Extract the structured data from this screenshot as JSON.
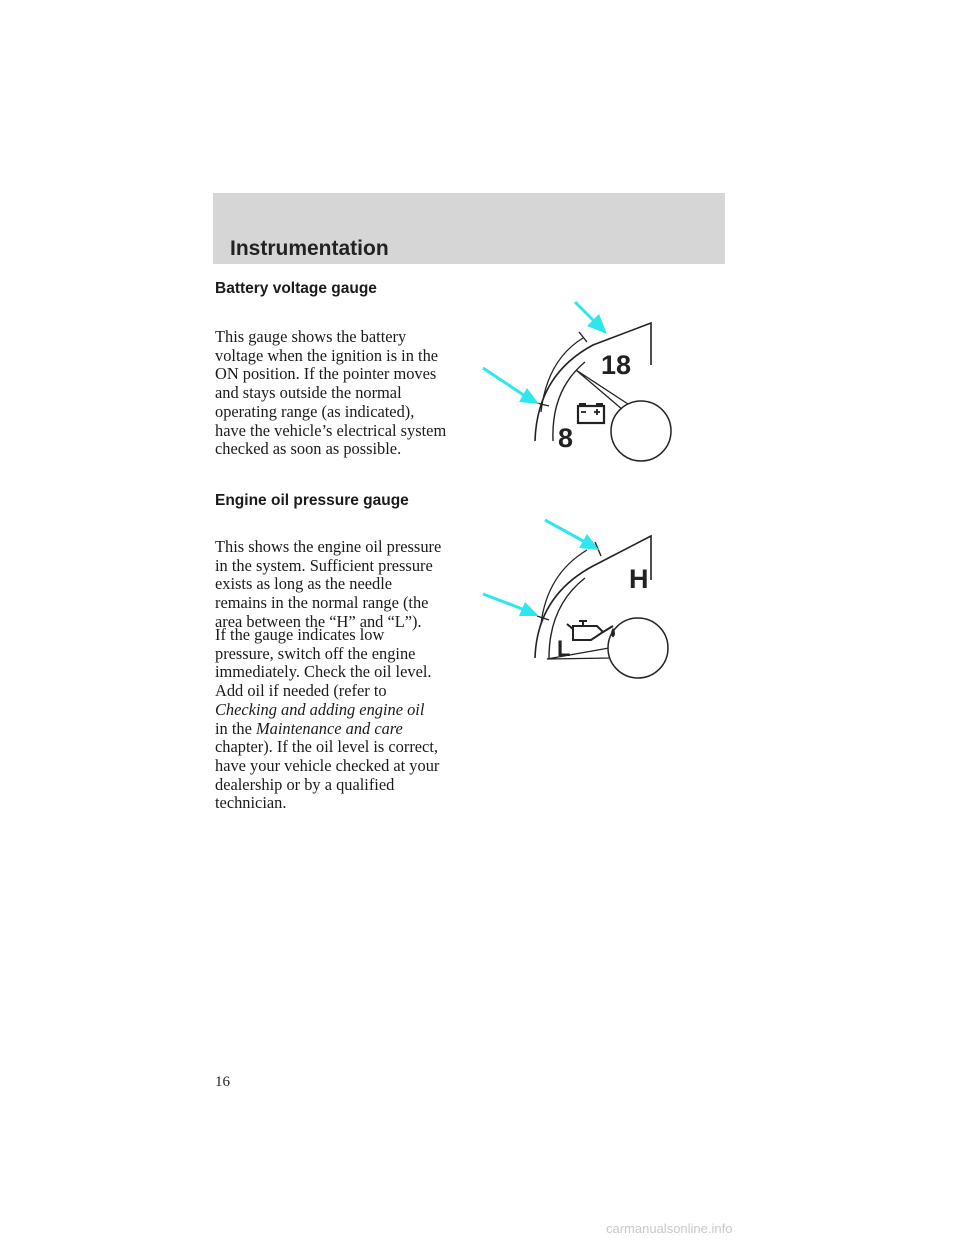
{
  "header": {
    "title": "Instrumentation"
  },
  "battery": {
    "heading": "Battery voltage gauge",
    "lines": [
      "This gauge shows the battery",
      "voltage when the ignition is in the",
      "ON position. If the pointer moves",
      "and stays outside the normal",
      "operating range (as indicated),",
      "have the vehicle’s electrical system",
      "checked as soon as possible."
    ],
    "gauge": {
      "high_label": "18",
      "low_label": "8",
      "icon": "battery-icon"
    }
  },
  "oil": {
    "heading": "Engine oil pressure gauge",
    "lines1": [
      "This shows the engine oil pressure",
      "in the system. Sufficient pressure",
      "exists as long as the needle",
      "remains in the normal range (the",
      "area between the “H” and “L”)."
    ],
    "lines2a": [
      "If the gauge indicates low",
      "pressure, switch off the engine",
      "immediately. Check the oil level.",
      "Add oil if needed (refer to"
    ],
    "ref_title": "Checking and adding engine oil",
    "in_the": "in the ",
    "chapter_name": "Maintenance and care",
    "lines2b": [
      "chapter). If the oil level is correct,",
      "have your vehicle checked at your",
      "dealership or by a qualified",
      "technician."
    ],
    "gauge": {
      "high_label": "H",
      "low_label": "L",
      "icon": "oil-can-icon"
    }
  },
  "page_number": "16",
  "watermark": "carmanualsonline.info",
  "colors": {
    "header_band": "#d6d6d6",
    "arrow": "#2fe6ee"
  }
}
